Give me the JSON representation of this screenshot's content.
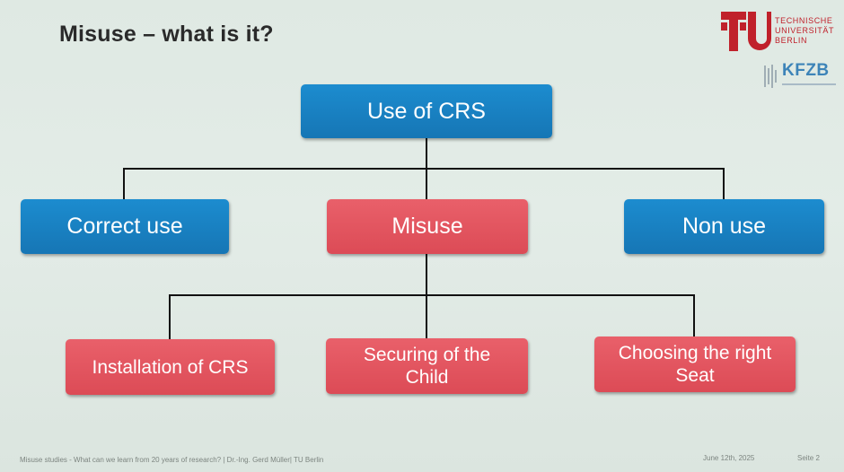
{
  "slide": {
    "title": "Misuse – what is it?",
    "logo_tu_lines": [
      "TECHNISCHE",
      "UNIVERSITÄT",
      "BERLIN"
    ],
    "logo_kfzb": "KFZB"
  },
  "diagram": {
    "root": "Use of CRS",
    "level1": [
      "Correct use",
      "Misuse",
      "Non use"
    ],
    "level2": [
      "Installation of CRS",
      "Securing of the Child",
      "Choosing the right Seat"
    ]
  },
  "footer": {
    "text": "Misuse studies - What can we learn from 20 years of research? | Dr.-Ing. Gerd Müller| TU Berlin",
    "date": "June 12th, 2025",
    "page": "Seite 2"
  },
  "colors": {
    "blue_box": "#1a82c4",
    "red_box": "#e0535d",
    "tu_red": "#c0212b",
    "kfzb_blue": "#3d84b8"
  }
}
